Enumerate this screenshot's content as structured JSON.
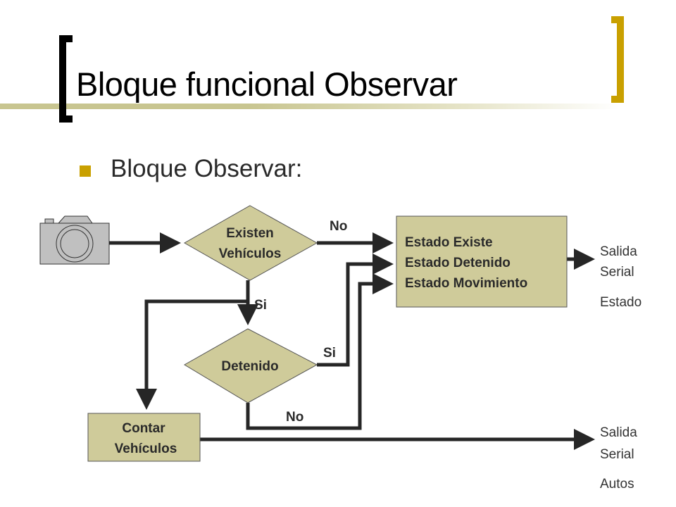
{
  "slide": {
    "title": "Bloque funcional Observar",
    "bullet": "Bloque Observar:"
  },
  "diagram": {
    "camera_icon": "camera-icon",
    "decision_existen": [
      "Existen",
      "Vehículos"
    ],
    "decision_detenido": "Detenido",
    "estado_box": [
      "Estado Existe",
      "Estado Detenido",
      "Estado Movimiento"
    ],
    "contar_box": [
      "Contar",
      "Vehículos"
    ],
    "edge_labels": {
      "existen_no": "No",
      "existen_si": "Si",
      "detenido_si": "Si",
      "detenido_no": "No"
    },
    "output_estado": [
      "Salida",
      "Serial",
      "Estado"
    ],
    "output_autos": [
      "Salida",
      "Serial",
      "Autos"
    ]
  },
  "colors": {
    "accent_gold": "#C9A000",
    "shape_fill": "#CFCB9A",
    "line": "#262626"
  }
}
